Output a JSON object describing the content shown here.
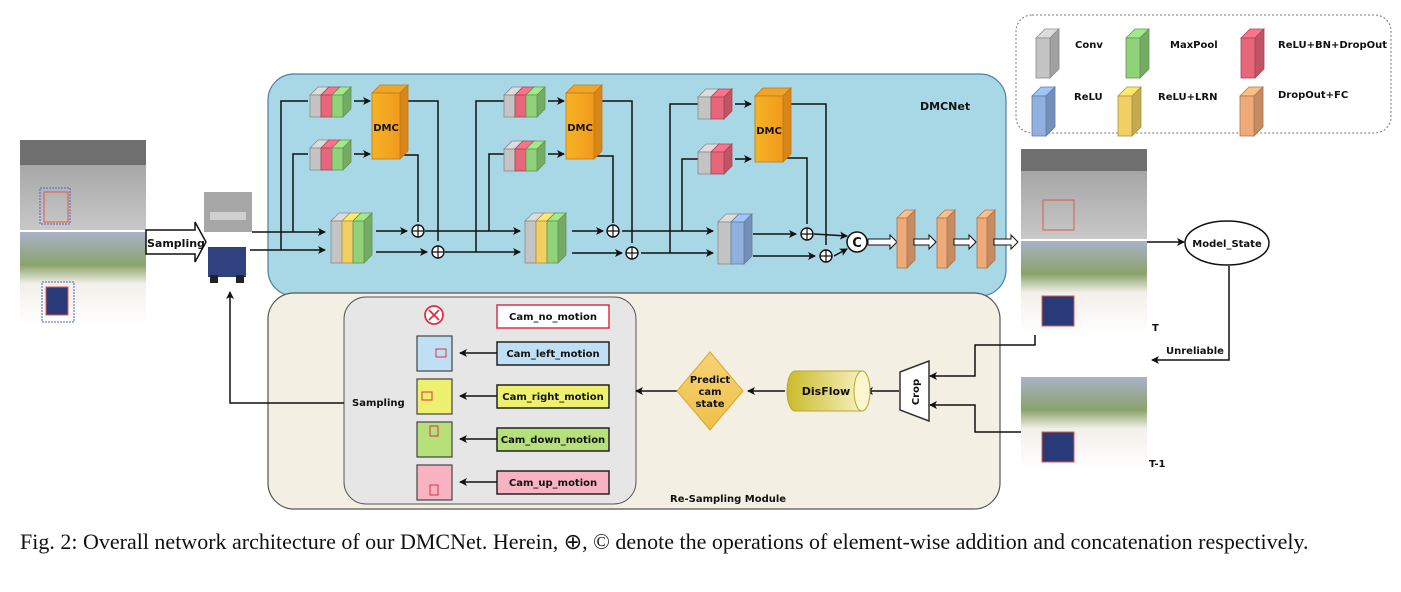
{
  "legend": {
    "items": [
      {
        "label": "Conv",
        "color": "#c4c4c4"
      },
      {
        "label": "MaxPool",
        "color": "#8fd27a"
      },
      {
        "label": "ReLU+BN+DropOut",
        "color": "#e8667a"
      },
      {
        "label": "ReLU",
        "color": "#8fb0e0"
      },
      {
        "label": "ReLU+LRN",
        "color": "#f2cf62"
      },
      {
        "label": "DropOut+FC",
        "color": "#f0aa78"
      }
    ]
  },
  "dmcnet": {
    "title": "DMCNet",
    "dmc_label": "DMC",
    "concat_symbol": "C",
    "add_symbol": "+",
    "bg_color": "#a8d8e6"
  },
  "input": {
    "sampling_label": "Sampling"
  },
  "output": {
    "model_state": "Model_State",
    "unreliable": "Unreliable",
    "frame_t": "T",
    "frame_t_minus_1": "T-1"
  },
  "resampling": {
    "title": "Re-Sampling Module",
    "sampling_label": "Sampling",
    "crop_label": "Crop",
    "disflow_label": "DisFlow",
    "predict_label": [
      "Predict",
      "cam",
      "state"
    ],
    "bg_color": "#f3f0e3",
    "motions": [
      {
        "label": "Cam_no_motion",
        "fill": "#ffffff",
        "border": "#e03040"
      },
      {
        "label": "Cam_left_motion",
        "fill": "#bfe0f4",
        "border": "#222222"
      },
      {
        "label": "Cam_right_motion",
        "fill": "#eef070",
        "border": "#222222"
      },
      {
        "label": "Cam_down_motion",
        "fill": "#b5e07a",
        "border": "#222222"
      },
      {
        "label": "Cam_up_motion",
        "fill": "#f7b3c2",
        "border": "#222222"
      }
    ]
  },
  "caption": "Fig. 2: Overall network architecture of our DMCNet. Herein, ⊕, © denote the operations of element-wise addition and concatenation respectively."
}
